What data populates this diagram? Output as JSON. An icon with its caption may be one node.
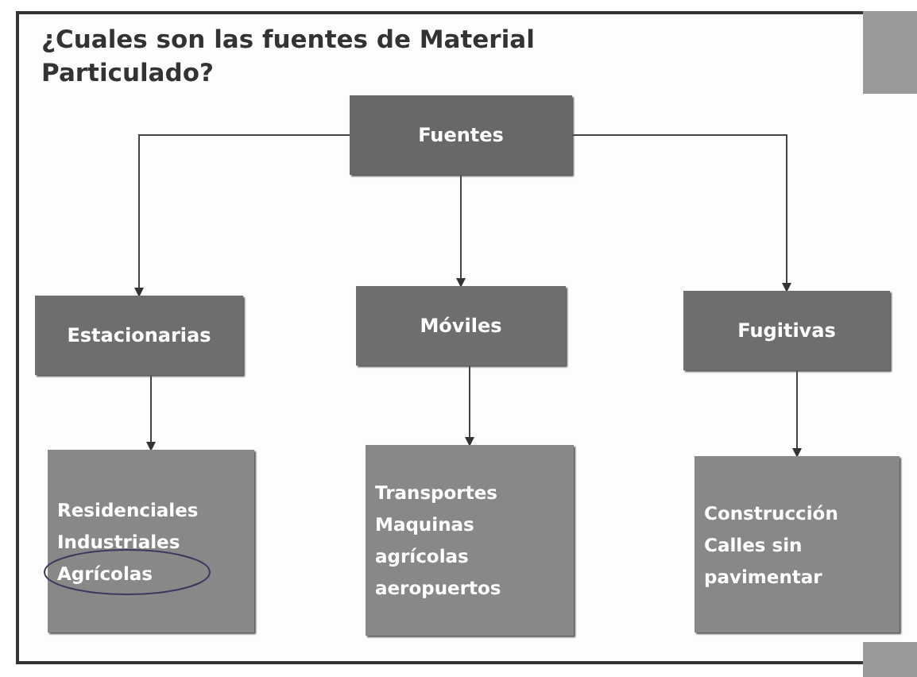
{
  "diagram": {
    "title": "¿Cuales son las fuentes de Material Particulado?",
    "nodes": [
      {
        "text": [
          "Fuentes"
        ]
      },
      {
        "text": [
          "Estacionarias"
        ]
      },
      {
        "text": [
          "Móviles"
        ]
      },
      {
        "text": [
          "Fugitivas"
        ]
      },
      {
        "text": [
          "Residenciales",
          "Industriales",
          "Agrícolas"
        ]
      },
      {
        "text": [
          "Transportes",
          "Maquinas agrícolas",
          "aeropuertos"
        ]
      },
      {
        "text": [
          "Construcción",
          "Calles sin pavimentar"
        ]
      }
    ],
    "edges": [
      {
        "from": 0,
        "to": 1,
        "arrow": "to"
      },
      {
        "from": 0,
        "to": 2,
        "arrow": "to"
      },
      {
        "from": 0,
        "to": 3,
        "arrow": "to"
      },
      {
        "from": 1,
        "to": 4,
        "arrow": "to"
      },
      {
        "from": 2,
        "to": 5,
        "arrow": "to"
      },
      {
        "from": 3,
        "to": 6,
        "arrow": "to"
      }
    ]
  }
}
